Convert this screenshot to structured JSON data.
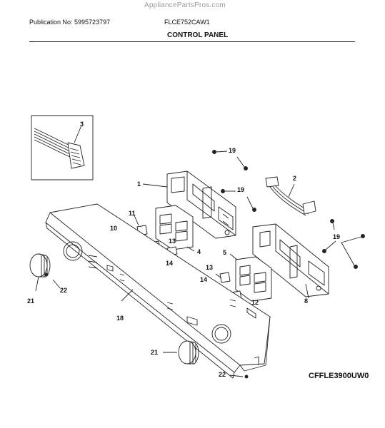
{
  "watermark": "AppliancePartsPros.com",
  "header": {
    "publication": "Publication No: 5995723797",
    "model": "FLCE752CAW1",
    "section_title": "CONTROL PANEL"
  },
  "diagram_code": "CFFLE3900UW0",
  "callouts": [
    "19",
    "1",
    "3",
    "2",
    "19",
    "11",
    "10",
    "13",
    "4",
    "14",
    "5",
    "19",
    "13",
    "14",
    "12",
    "8",
    "21",
    "22",
    "18",
    "21",
    "22"
  ]
}
